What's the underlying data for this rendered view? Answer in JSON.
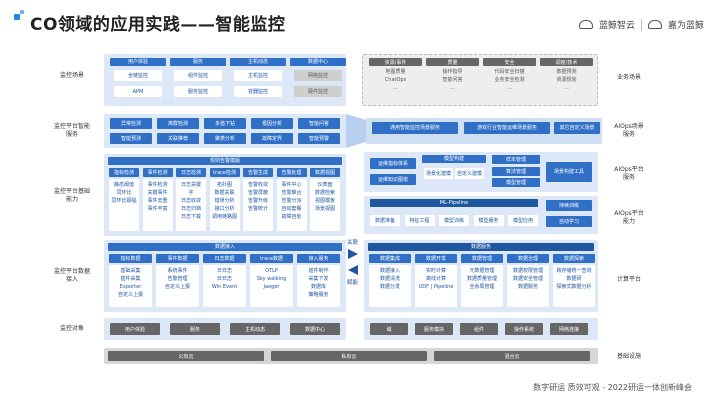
{
  "title": "CO领域的应用实践——智能监控",
  "logos": [
    "蓝鲸智云",
    "嘉为蓝鲸"
  ],
  "footer": "数字研运 质效可观 - 2022研运一体创新峰会",
  "row_labels": {
    "monitor_scene": "监控场景",
    "platform_smart": "监控平台智能服务",
    "platform_base": "监控平台基础能力",
    "platform_access": "监控平台数据接入",
    "monitor_object": "监控对象"
  },
  "right_labels": {
    "biz": "业务场景",
    "aiops_scene": "AIOps场景服务",
    "aiops_platform": "AIOps平台服务",
    "aiops_capability": "AIOps平台能力",
    "compute": "计算平台",
    "infra": "基础设施"
  },
  "scene": {
    "groups": [
      {
        "head": "用户体验",
        "items": [
          "全链监控",
          "APM"
        ]
      },
      {
        "head": "服务",
        "items": [
          "组件监控",
          "服务监控"
        ]
      },
      {
        "head": "主机动态",
        "items": [
          "主机监控",
          "容器监控"
        ]
      },
      {
        "head": "数据中心",
        "items": [
          "网络监控",
          "硬件监控"
        ]
      }
    ]
  },
  "biz_groups": [
    {
      "head": "资源/事件",
      "items": [
        "地图质量",
        "ChatOps",
        "..."
      ]
    },
    {
      "head": "质量",
      "items": [
        "操作指导",
        "智能问答",
        "..."
      ]
    },
    {
      "head": "安全",
      "items": [
        "代码安全扫描",
        "业务安全检测",
        "..."
      ]
    },
    {
      "head": "调度/技术",
      "items": [
        "数据预测",
        "资源规划",
        "..."
      ]
    }
  ],
  "smart": {
    "row1": [
      "异常检测",
      "离群检测",
      "多值下钻",
      "根因分析",
      "智能问答"
    ],
    "row2": [
      "智能预测",
      "关联推荐",
      "聚类分析",
      "故障定界",
      "智能预警"
    ]
  },
  "aiops_scene_items": [
    "通用智能监控场景服务",
    "游戏行业智能运维场景服务",
    "其它自定义场景"
  ],
  "base": {
    "head": "规则告警模版",
    "cols": [
      {
        "head": "指标检测",
        "items": [
          "静态阈值",
          "同环比",
          "同环比振幅"
        ]
      },
      {
        "head": "事件检测",
        "items": [
          "事件检测",
          "关键事件",
          "事件去重",
          "事件丰富"
        ]
      },
      {
        "head": "日志检测",
        "items": [
          "日志关键",
          "字",
          "日志收敛",
          "日志归档",
          "日志下载"
        ]
      },
      {
        "head": "trace检测",
        "items": [
          "拓扑图",
          "数据关联",
          "错误分析",
          "接口分析",
          "调用链路图"
        ]
      },
      {
        "head": "告警生成",
        "items": [
          "告警收敛",
          "告警屏蔽",
          "告警升级",
          "告警统计"
        ]
      },
      {
        "head": "告警处理",
        "items": [
          "事件中心",
          "告警聚合",
          "告警分派",
          "自动套餐",
          "故障自愈"
        ]
      },
      {
        "head": "数据视图",
        "items": [
          "仪表盘",
          "数据检索",
          "视图模板",
          "场景视图"
        ]
      }
    ]
  },
  "aiops_platform": {
    "left": [
      "运维指标体系",
      "运维知识图谱"
    ],
    "model_head": "模型构建",
    "model_items": [
      "场景化建模",
      "自定义建模"
    ],
    "right1_head": "样本管理",
    "right1_items": [
      "算法管理",
      "模型管理"
    ],
    "right2": "场景构建工具"
  },
  "mlpipe": {
    "head": "ML-Pipeline",
    "items": [
      "数据准备",
      "特征工程",
      "模型训练",
      "模型服务",
      "模型应用"
    ],
    "side": [
      "持续训练",
      "自动学习"
    ]
  },
  "access": {
    "head": "数据接入",
    "cols": [
      {
        "head": "指标数据",
        "items": [
          "基础采集",
          "插件采集",
          "Exporter",
          "自定义上报"
        ]
      },
      {
        "head": "事件数据",
        "items": [
          "系统事件",
          "告警管理",
          "自定义上报"
        ]
      },
      {
        "head": "日志数据",
        "items": [
          "日日志",
          "日日志",
          "Win Event"
        ]
      },
      {
        "head": "trace数据",
        "items": [
          "OTLP",
          "Sky walking",
          "Jaeger"
        ]
      },
      {
        "head": "接入服务",
        "items": [
          "插件制作",
          "采集下发",
          "数据库",
          "策略服务"
        ]
      }
    ]
  },
  "arrows": {
    "right": "关联",
    "left": "赋能"
  },
  "compute": {
    "head": "数据服务",
    "cols": [
      {
        "head": "数据集成",
        "items": [
          "数据接入",
          "数据清洗",
          "数据分发"
        ]
      },
      {
        "head": "数据开发",
        "items": [
          "实时计算",
          "离线计算",
          "UDF | Pipeline"
        ]
      },
      {
        "head": "数据管理",
        "items": [
          "元数据管理",
          "数据质量管理",
          "全余局管理"
        ]
      },
      {
        "head": "数据治理",
        "items": [
          "数据权限管理",
          "数据安全管理",
          "数据服务"
        ]
      },
      {
        "head": "数据探索",
        "items": [
          "跨存储统一查询",
          "数据研",
          "探索式数据分析"
        ]
      }
    ]
  },
  "objects_left": [
    "用户体验",
    "服务",
    "主机动态",
    "数据中心"
  ],
  "objects_right": [
    "域",
    "服务模块",
    "组件",
    "操作系统",
    "网络连接"
  ],
  "infra": [
    "公有云",
    "私有云",
    "混合云"
  ]
}
